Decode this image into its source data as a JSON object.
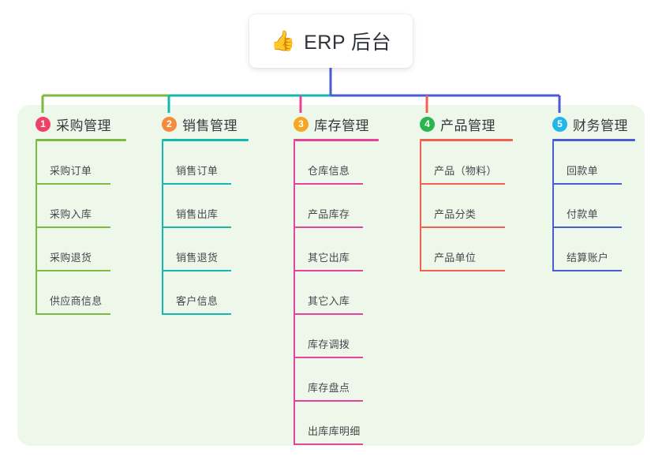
{
  "diagram": {
    "type": "mind-map",
    "root": {
      "icon": "thumbs-up-emoji",
      "emoji": "👍",
      "title": "ERP 后台"
    },
    "panel_color": "#eef8ea",
    "branches": [
      {
        "number": "1",
        "title": "采购管理",
        "badge_color": "#ef4066",
        "line_color": "#7dba42",
        "items": [
          "采购订单",
          "采购入库",
          "采购退货",
          "供应商信息"
        ]
      },
      {
        "number": "2",
        "title": "销售管理",
        "badge_color": "#f58b3c",
        "line_color": "#14b8ac",
        "items": [
          "销售订单",
          "销售出库",
          "销售退货",
          "客户信息"
        ]
      },
      {
        "number": "3",
        "title": "库存管理",
        "badge_color": "#f5a623",
        "line_color": "#e6449a",
        "items": [
          "仓库信息",
          "产品库存",
          "其它出库",
          "其它入库",
          "库存调拨",
          "库存盘点",
          "出库库明细"
        ]
      },
      {
        "number": "4",
        "title": "产品管理",
        "badge_color": "#2bb551",
        "line_color": "#f2604f",
        "items": [
          "产品（物料）",
          "产品分类",
          "产品单位"
        ]
      },
      {
        "number": "5",
        "title": "财务管理",
        "badge_color": "#21b7ea",
        "line_color": "#4a5bd4",
        "items": [
          "回款单",
          "付款单",
          "结算账户"
        ]
      }
    ]
  }
}
